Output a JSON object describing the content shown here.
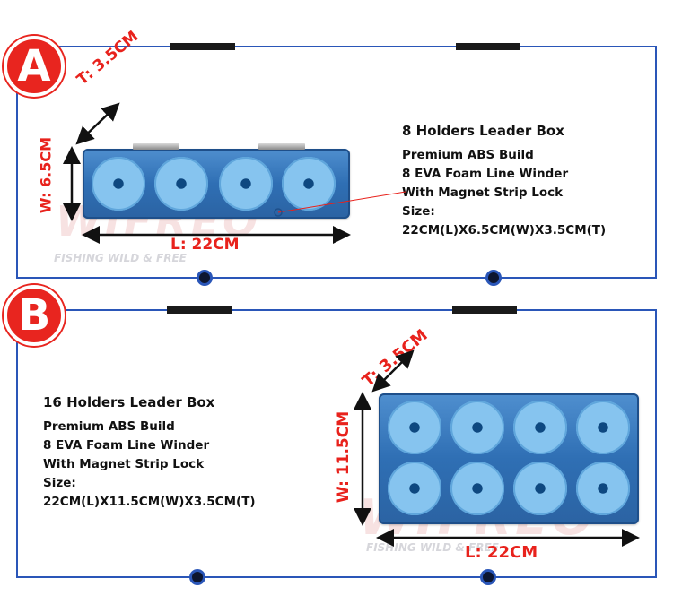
{
  "brand": {
    "watermark": "WIFREO",
    "tagline": "FISHING WILD & FREE"
  },
  "colors": {
    "panel_border": "#2a56b8",
    "badge": "#e8251f",
    "dimension_text": "#e8221c",
    "box_blue": "#3a78bd",
    "spool": "#86c4ef"
  },
  "panel_a": {
    "badge": "A",
    "dimensions": {
      "thickness": "T: 3.5CM",
      "width": "W: 6.5CM",
      "length": "L: 22CM"
    },
    "title": "8 Holders Leader Box",
    "features": [
      "Premium ABS Build",
      "8 EVA Foam Line Winder",
      "With Magnet Strip Lock",
      "Size:",
      "22CM(L)X6.5CM(W)X3.5CM(T)"
    ]
  },
  "panel_b": {
    "badge": "B",
    "dimensions": {
      "thickness": "T: 3.5CM",
      "width": "W: 11.5CM",
      "length": "L: 22CM"
    },
    "title": "16 Holders Leader Box",
    "features": [
      "Premium ABS Build",
      "8 EVA Foam Line Winder",
      "With Magnet Strip Lock",
      "Size:",
      "22CM(L)X11.5CM(W)X3.5CM(T)"
    ]
  }
}
